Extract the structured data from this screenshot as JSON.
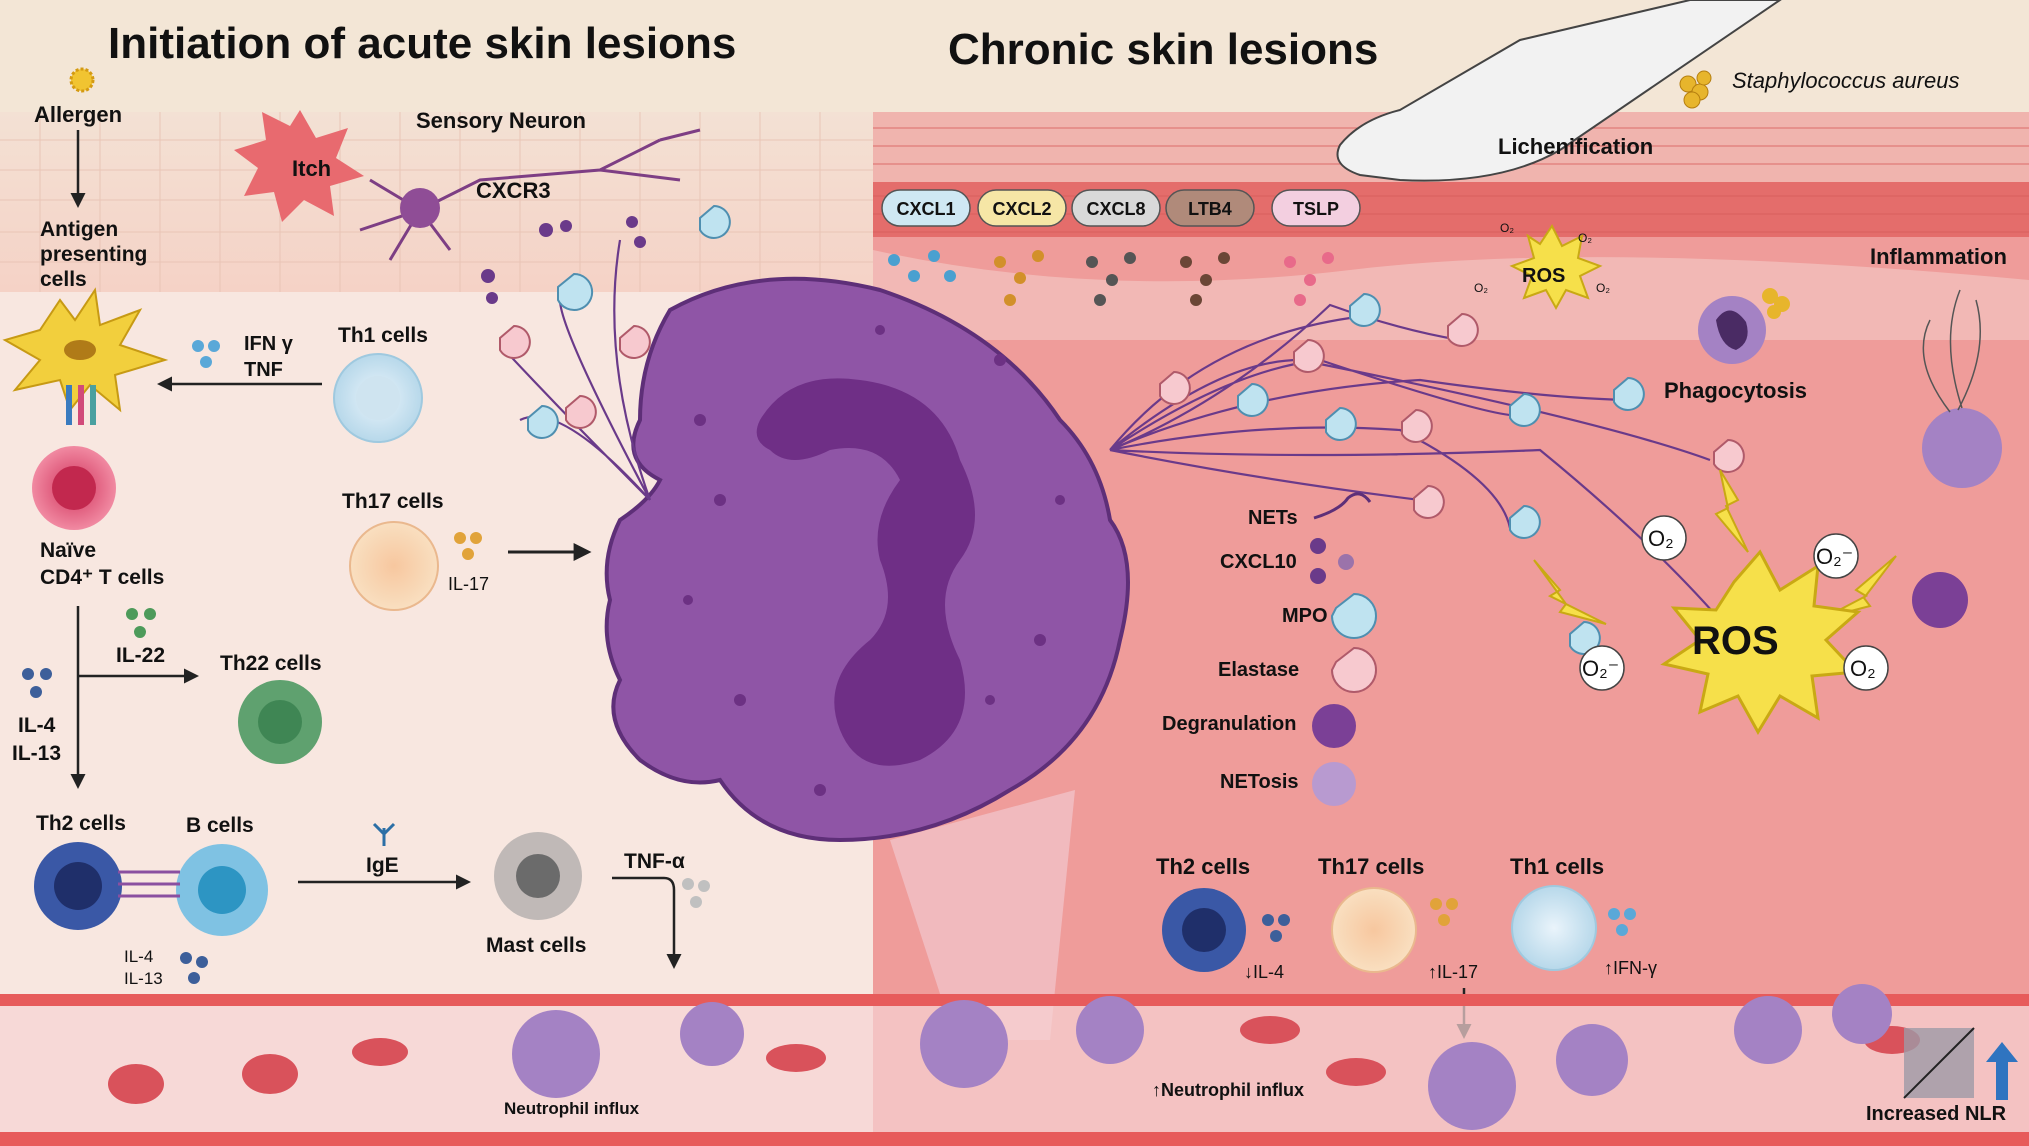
{
  "titles": {
    "left": "Initiation of acute skin lesions",
    "right": "Chronic skin lesions"
  },
  "left_panel": {
    "allergen": "Allergen",
    "sensory_neuron": "Sensory Neuron",
    "itch": "Itch",
    "cxcr3": "CXCR3",
    "apc_lines": [
      "Antigen",
      "presenting",
      "cells"
    ],
    "th1_cells": "Th1 cells",
    "ifn_gamma": "IFN γ",
    "tnf": "TNF",
    "th17_cells": "Th17 cells",
    "il17": "IL-17",
    "naive_lines": [
      "Naïve",
      "CD4⁺ T cells"
    ],
    "il22": "IL-22",
    "th22_cells": "Th22 cells",
    "il4": "IL-4",
    "il13": "IL-13",
    "th2_cells": "Th2 cells",
    "b_cells": "B cells",
    "ige": "IgE",
    "mast_cells": "Mast cells",
    "tnf_alpha": "TNF-α",
    "il4_small": "IL-4",
    "il13_small": "IL-13",
    "neutrophil_influx": "Neutrophil influx"
  },
  "right_panel": {
    "staph": "Staphylococcus aureus",
    "lichenification": "Lichenification",
    "chemokines": [
      {
        "label": "CXCL1",
        "color": "#cfe8f3"
      },
      {
        "label": "CXCL2",
        "color": "#f6e6a6"
      },
      {
        "label": "CXCL8",
        "color": "#d9d9d9"
      },
      {
        "label": "LTB4",
        "color": "#b08a7a"
      },
      {
        "label": "TSLP",
        "color": "#f3cfe0"
      }
    ],
    "ros_small": "ROS",
    "o2_small": "O₂",
    "inflammation": "Inflammation",
    "phagocytosis": "Phagocytosis",
    "ros_big": "ROS",
    "o2": "O₂",
    "o2_minus": "O₂⁻",
    "th2_cells": "Th2 cells",
    "th17_cells": "Th17 cells",
    "th1_cells": "Th1 cells",
    "il4_down": "↓IL-4",
    "il17_up": "↑IL-17",
    "ifn_up": "↑IFN-γ",
    "neutrophil_influx_up": "↑Neutrophil influx",
    "increased_nlr": "Increased NLR"
  },
  "legend": [
    {
      "label": "NETs",
      "icon": "nets-icon"
    },
    {
      "label": "CXCL10",
      "icon": "cxcl10-icon"
    },
    {
      "label": "MPO",
      "icon": "mpo-icon"
    },
    {
      "label": "Elastase",
      "icon": "elastase-icon"
    },
    {
      "label": "Degranulation",
      "icon": "degranulation-icon"
    },
    {
      "label": "NETosis",
      "icon": "netosis-icon"
    }
  ],
  "colors": {
    "neutrophil": "#8f55a6",
    "left_bg": "#f8e7e0",
    "right_bg": "#ef9c9a",
    "vessel": "#e75b5b",
    "mpo": "#bfe3f0",
    "elastase": "#f7c9cf",
    "ros": "#f6e04a"
  }
}
